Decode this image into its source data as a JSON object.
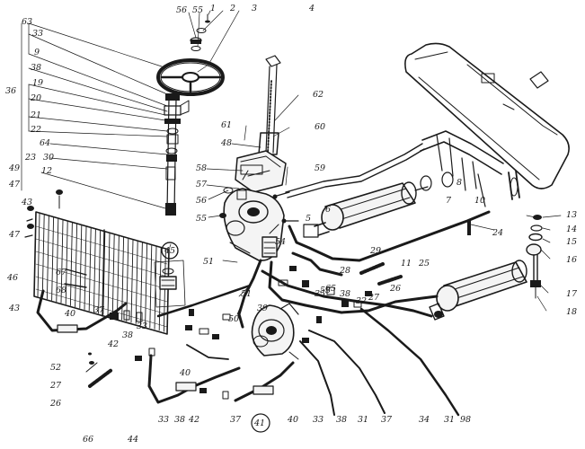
{
  "diagram": {
    "callouts": [
      {
        "id": "c63",
        "text": "63"
      },
      {
        "id": "c33a",
        "text": "33"
      },
      {
        "id": "c9",
        "text": "9"
      },
      {
        "id": "c38a",
        "text": "38"
      },
      {
        "id": "c19",
        "text": "19"
      },
      {
        "id": "c20",
        "text": "20"
      },
      {
        "id": "c21",
        "text": "21"
      },
      {
        "id": "c22",
        "text": "22"
      },
      {
        "id": "c64",
        "text": "64"
      },
      {
        "id": "c23",
        "text": "23"
      },
      {
        "id": "c30",
        "text": "30"
      },
      {
        "id": "c12",
        "text": "12"
      },
      {
        "id": "c36",
        "text": "36"
      },
      {
        "id": "c56",
        "text": "56"
      },
      {
        "id": "c55a",
        "text": "55"
      },
      {
        "id": "c1",
        "text": "1"
      },
      {
        "id": "c2",
        "text": "2"
      },
      {
        "id": "c3",
        "text": "3"
      },
      {
        "id": "c4",
        "text": "4"
      },
      {
        "id": "c62",
        "text": "62"
      },
      {
        "id": "c61",
        "text": "61"
      },
      {
        "id": "c48",
        "text": "48"
      },
      {
        "id": "c60",
        "text": "60"
      },
      {
        "id": "c58",
        "text": "58"
      },
      {
        "id": "c57",
        "text": "57"
      },
      {
        "id": "c56b",
        "text": "56"
      },
      {
        "id": "c55b",
        "text": "55"
      },
      {
        "id": "c59",
        "text": "59"
      },
      {
        "id": "c5",
        "text": "5"
      },
      {
        "id": "c6",
        "text": "6"
      },
      {
        "id": "c7",
        "text": "7"
      },
      {
        "id": "c8",
        "text": "8"
      },
      {
        "id": "c10",
        "text": "10"
      },
      {
        "id": "c13",
        "text": "13"
      },
      {
        "id": "c14",
        "text": "14"
      },
      {
        "id": "c15",
        "text": "15"
      },
      {
        "id": "c16",
        "text": "16"
      },
      {
        "id": "c17",
        "text": "17"
      },
      {
        "id": "c18",
        "text": "18"
      },
      {
        "id": "c24",
        "text": "24"
      },
      {
        "id": "c49",
        "text": "49"
      },
      {
        "id": "c47a",
        "text": "47"
      },
      {
        "id": "c43a",
        "text": "43"
      },
      {
        "id": "c47b",
        "text": "47"
      },
      {
        "id": "c46",
        "text": "46"
      },
      {
        "id": "c67",
        "text": "67"
      },
      {
        "id": "c68",
        "text": "68"
      },
      {
        "id": "c43b",
        "text": "43"
      },
      {
        "id": "c45",
        "text": "45"
      },
      {
        "id": "c40a",
        "text": "40"
      },
      {
        "id": "c37a",
        "text": "37"
      },
      {
        "id": "c42a",
        "text": "42"
      },
      {
        "id": "c38b",
        "text": "38"
      },
      {
        "id": "c33b",
        "text": "33"
      },
      {
        "id": "c51a",
        "text": "51"
      },
      {
        "id": "c54",
        "text": "54"
      },
      {
        "id": "c28",
        "text": "28"
      },
      {
        "id": "c29",
        "text": "29"
      },
      {
        "id": "c11",
        "text": "11"
      },
      {
        "id": "c25",
        "text": "25"
      },
      {
        "id": "c26a",
        "text": "26"
      },
      {
        "id": "c53",
        "text": "53"
      },
      {
        "id": "c65",
        "text": "65"
      },
      {
        "id": "c38c",
        "text": "38"
      },
      {
        "id": "c32",
        "text": "32"
      },
      {
        "id": "c27a",
        "text": "27"
      },
      {
        "id": "c35",
        "text": "35"
      },
      {
        "id": "c51b",
        "text": "51"
      },
      {
        "id": "c50",
        "text": "50"
      },
      {
        "id": "c39",
        "text": "39"
      },
      {
        "id": "c52",
        "text": "52"
      },
      {
        "id": "c27b",
        "text": "27"
      },
      {
        "id": "c26b",
        "text": "26"
      },
      {
        "id": "c66",
        "text": "66"
      },
      {
        "id": "c44",
        "text": "44"
      },
      {
        "id": "c40b",
        "text": "40"
      },
      {
        "id": "c33c",
        "text": "33"
      },
      {
        "id": "c38d",
        "text": "38"
      },
      {
        "id": "c42b",
        "text": "42"
      },
      {
        "id": "c37b",
        "text": "37"
      },
      {
        "id": "c41",
        "text": "41"
      },
      {
        "id": "c40c",
        "text": "40"
      },
      {
        "id": "c33d",
        "text": "33"
      },
      {
        "id": "c38e",
        "text": "38"
      },
      {
        "id": "c31a",
        "text": "31"
      },
      {
        "id": "c37c",
        "text": "37"
      },
      {
        "id": "c34",
        "text": "34"
      },
      {
        "id": "c31b",
        "text": "31"
      },
      {
        "id": "c98",
        "text": "98"
      }
    ]
  }
}
